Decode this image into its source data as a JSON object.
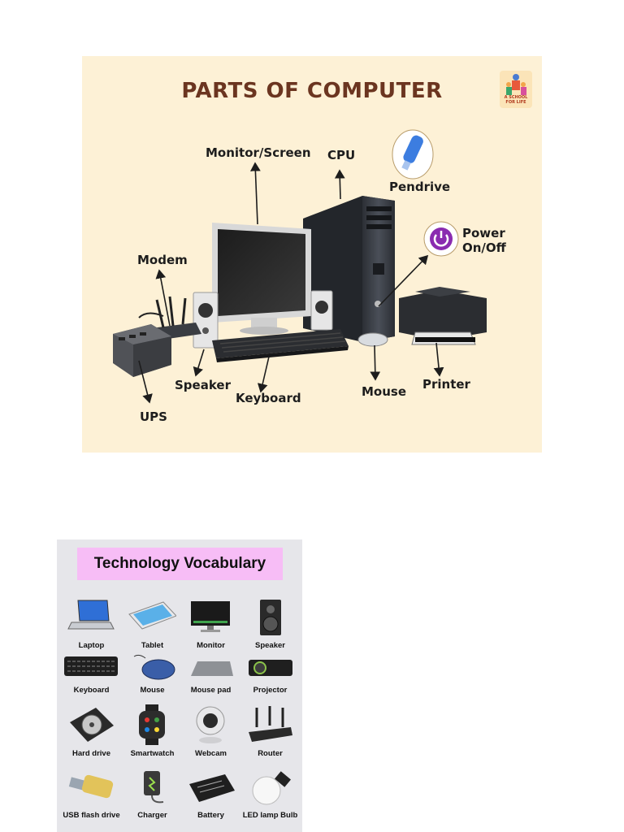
{
  "parts_of_computer": {
    "title": "PARTS OF COMPUTER",
    "labels": {
      "monitor": "Monitor/Screen",
      "cpu": "CPU",
      "pendrive": "Pendrive",
      "power": "Power\nOn/Off",
      "modem": "Modem",
      "speaker": "Speaker",
      "keyboard": "Keyboard",
      "mouse": "Mouse",
      "printer": "Printer",
      "ups": "UPS"
    },
    "logo_text": "A SCHOOL FOR LIFE"
  },
  "technology_vocabulary": {
    "title": "Technology Vocabulary",
    "items": [
      {
        "label": "Laptop",
        "icon": "laptop-icon"
      },
      {
        "label": "Tablet",
        "icon": "tablet-icon"
      },
      {
        "label": "Monitor",
        "icon": "monitor-icon"
      },
      {
        "label": "Speaker",
        "icon": "speaker-icon"
      },
      {
        "label": "Keyboard",
        "icon": "keyboard-icon"
      },
      {
        "label": "Mouse",
        "icon": "mouse-icon"
      },
      {
        "label": "Mouse pad",
        "icon": "mouse-pad-icon"
      },
      {
        "label": "Projector",
        "icon": "projector-icon"
      },
      {
        "label": "Hard drive",
        "icon": "hard-drive-icon"
      },
      {
        "label": "Smartwatch",
        "icon": "smartwatch-icon"
      },
      {
        "label": "Webcam",
        "icon": "webcam-icon"
      },
      {
        "label": "Router",
        "icon": "router-icon"
      },
      {
        "label": "USB flash drive",
        "icon": "usb-flash-drive-icon"
      },
      {
        "label": "Charger",
        "icon": "charger-icon"
      },
      {
        "label": "Battery",
        "icon": "battery-icon"
      },
      {
        "label": "LED lamp Bulb",
        "icon": "led-bulb-icon"
      }
    ]
  },
  "colors": {
    "poster1_background": "#fdf1d6",
    "poster1_title": "#6b3520",
    "poster2_background": "#e6e6ea",
    "poster2_title_background": "#f7bdf6",
    "power_button": "#8a2bb0"
  }
}
